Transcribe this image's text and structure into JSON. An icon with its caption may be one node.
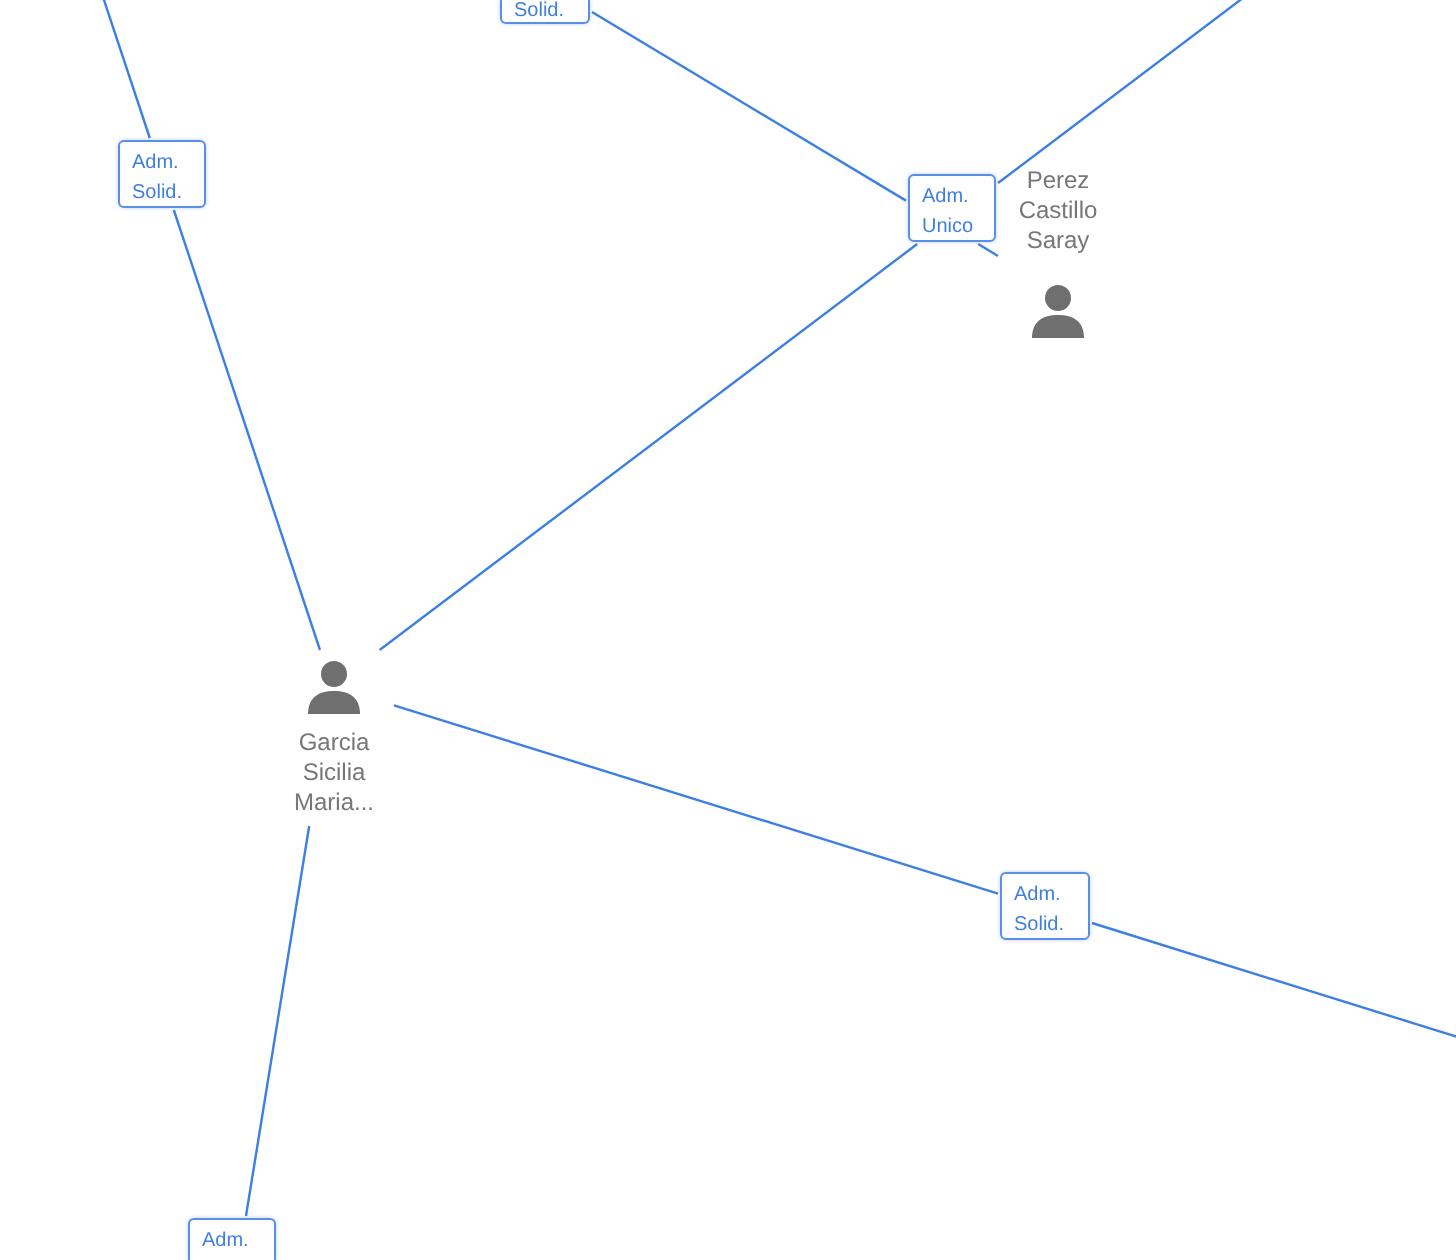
{
  "diagram": {
    "nodes": [
      {
        "text": [
          "Perez Castillo Saray"
        ]
      },
      {
        "text": [
          "Garcia Sicilia Maria..."
        ]
      }
    ],
    "edges": [
      {
        "from": null,
        "to": 1,
        "arrow": "none",
        "label": "Adm. Solid."
      },
      {
        "from": null,
        "to": 0,
        "arrow": "none",
        "label": "Solid."
      },
      {
        "from": 1,
        "to": null,
        "arrow": "none",
        "label": "Adm. Unico"
      },
      {
        "from": 1,
        "to": null,
        "arrow": "none",
        "label": "Adm. Solid."
      },
      {
        "from": 1,
        "to": null,
        "arrow": "none",
        "label": "Adm."
      }
    ]
  }
}
